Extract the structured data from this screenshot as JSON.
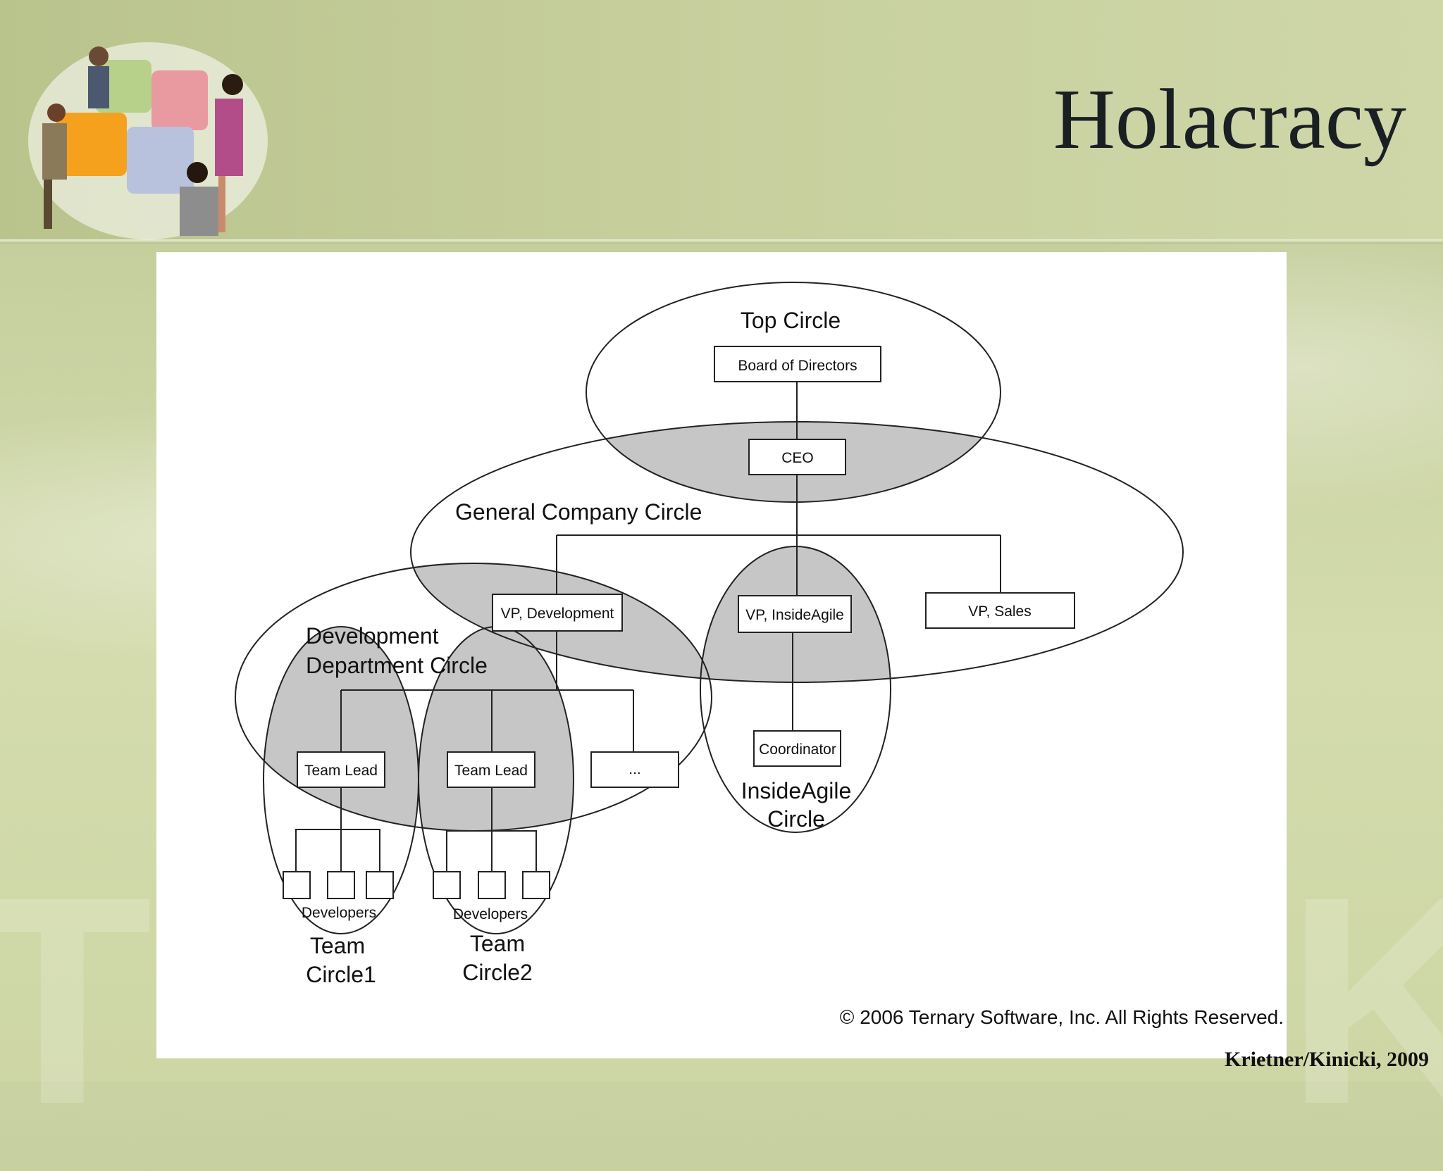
{
  "slide": {
    "title": "Holacracy",
    "credit": "Krietner/Kinicki, 2009"
  },
  "diagram": {
    "circles": {
      "top": "Top Circle",
      "general_company": "General Company Circle",
      "development_line1": "Development",
      "development_line2": "Department Circle",
      "insideagile_line1": "InsideAgile",
      "insideagile_line2": "Circle",
      "team1_line1": "Team",
      "team1_line2": "Circle1",
      "team2_line1": "Team",
      "team2_line2": "Circle2"
    },
    "boxes": {
      "board": "Board of Directors",
      "ceo": "CEO",
      "vp_development": "VP, Development",
      "vp_insideagile": "VP, InsideAgile",
      "vp_sales": "VP, Sales",
      "team_lead_1": "Team Lead",
      "team_lead_2": "Team Lead",
      "ellipsis": "...",
      "coordinator": "Coordinator"
    },
    "developers_label_1": "Developers",
    "developers_label_2": "Developers",
    "copyright": "© 2006 Ternary Software, Inc. All Rights Reserved."
  },
  "colors": {
    "overlap_fill": "#c6c6c6",
    "line": "#222222",
    "panel": "#ffffff"
  }
}
